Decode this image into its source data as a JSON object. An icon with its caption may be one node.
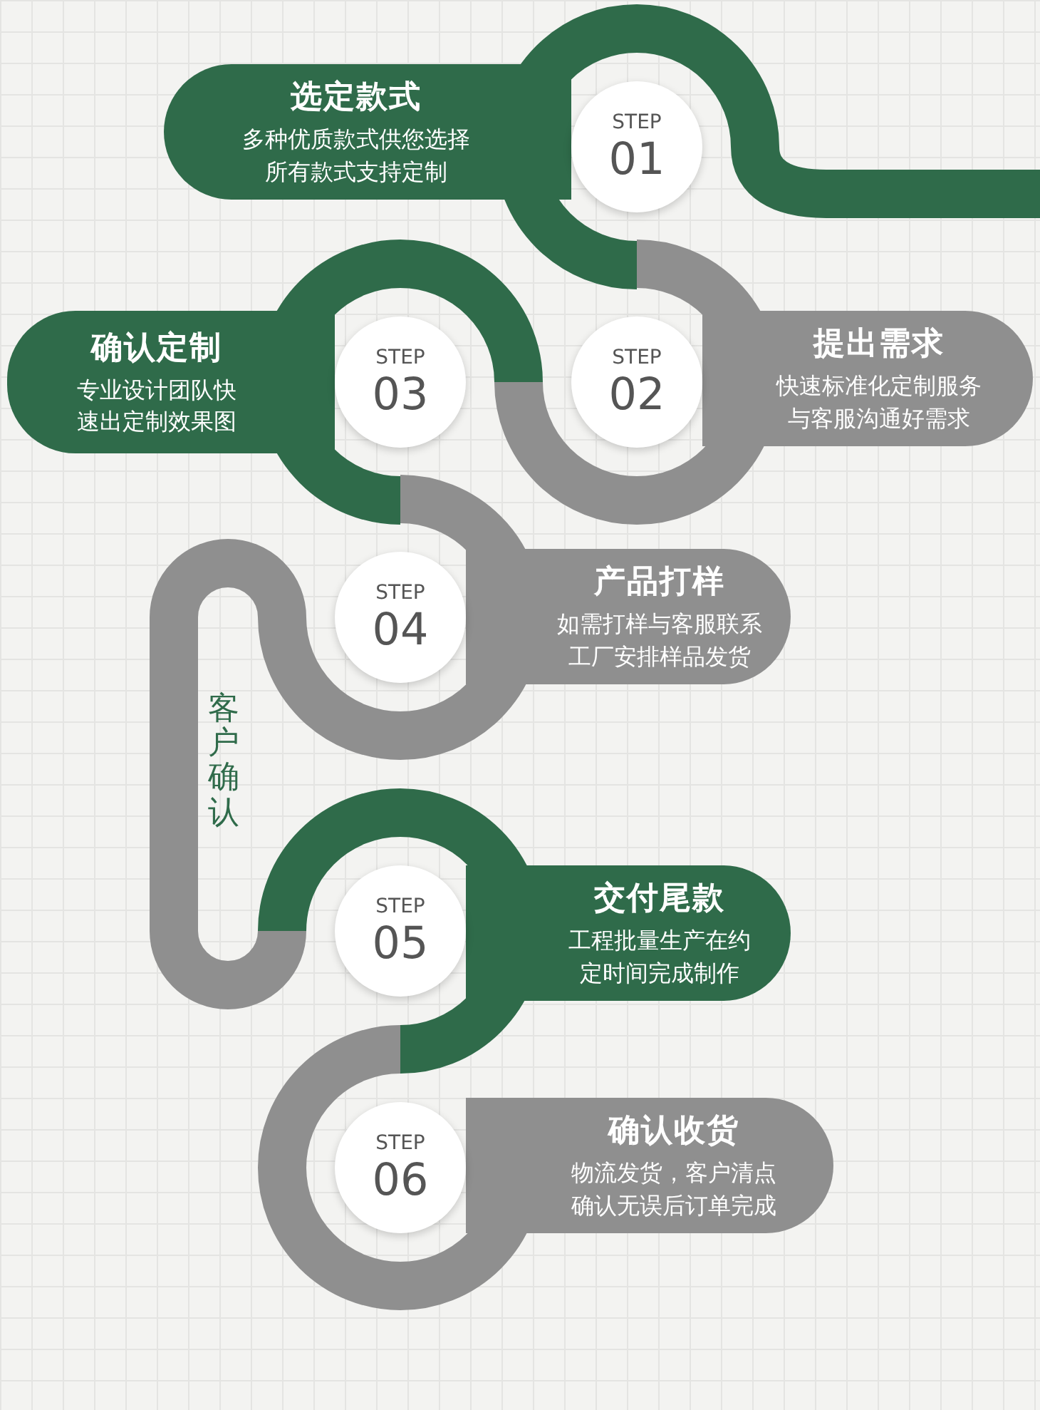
{
  "diagram": {
    "nodes": [
      {
        "text": [
          "选定款式",
          "多种优质款式供您选择所有款式支持定制"
        ]
      },
      {
        "text": [
          "STEP",
          "01"
        ]
      },
      {
        "text": [
          "提出需求",
          "快速标准化定制服务与客服沟通好需求"
        ]
      },
      {
        "text": [
          "STEP",
          "02"
        ]
      },
      {
        "text": [
          "确认定制",
          "专业设计团队快速出定制效果图"
        ]
      },
      {
        "text": [
          "STEP",
          "03"
        ]
      },
      {
        "text": [
          "产品打样",
          "如需打样与客服联系工厂安排样品发货"
        ]
      },
      {
        "text": [
          "STEP",
          "04"
        ]
      },
      {
        "text": [
          "交付尾款",
          "工程批量生产在约定时间完成制作"
        ]
      },
      {
        "text": [
          "STEP",
          "05"
        ]
      },
      {
        "text": [
          "确认收货",
          "物流发货，客户清点确认无误后订单完成"
        ]
      },
      {
        "text": [
          "STEP",
          "06"
        ]
      }
    ],
    "labels": [
      "客户确认"
    ]
  }
}
